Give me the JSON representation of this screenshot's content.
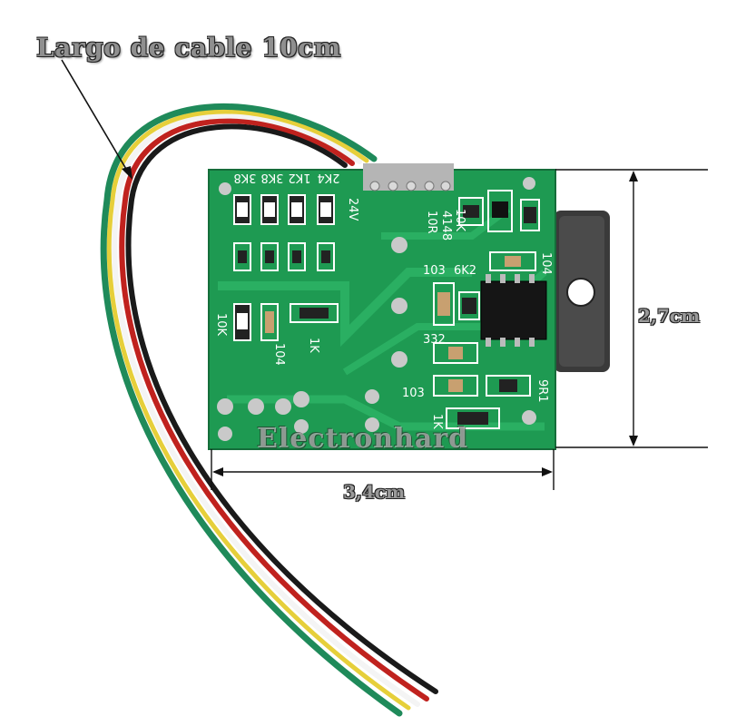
{
  "annotations": {
    "cable_length": "Largo de cable 10cm",
    "width": "3,4cm",
    "height": "2,7cm",
    "watermark": "Electronhard"
  },
  "silkscreen": {
    "r1": "3K8",
    "r2": "3K8",
    "r3": "1K2",
    "r4": "2K4",
    "v": "24V",
    "d": "4148",
    "r10k_top": "10K",
    "r10r": "10R",
    "c103a": "103",
    "r6k2": "6K2",
    "c104a": "104",
    "r10k_left": "10K",
    "c104b": "104",
    "r1k_mid": "1K",
    "c332": "332",
    "c103b": "103",
    "r1k_bottom": "1K",
    "r9r1": "9R1"
  },
  "colors": {
    "pcb_green": "#1e9a52",
    "trace_green": "#2fb86a",
    "wire_green": "#1f8a5a",
    "wire_red": "#c0221e",
    "wire_white": "#f4f4f4",
    "wire_yellow": "#e6cf3a",
    "wire_black": "#1a1a1a"
  }
}
